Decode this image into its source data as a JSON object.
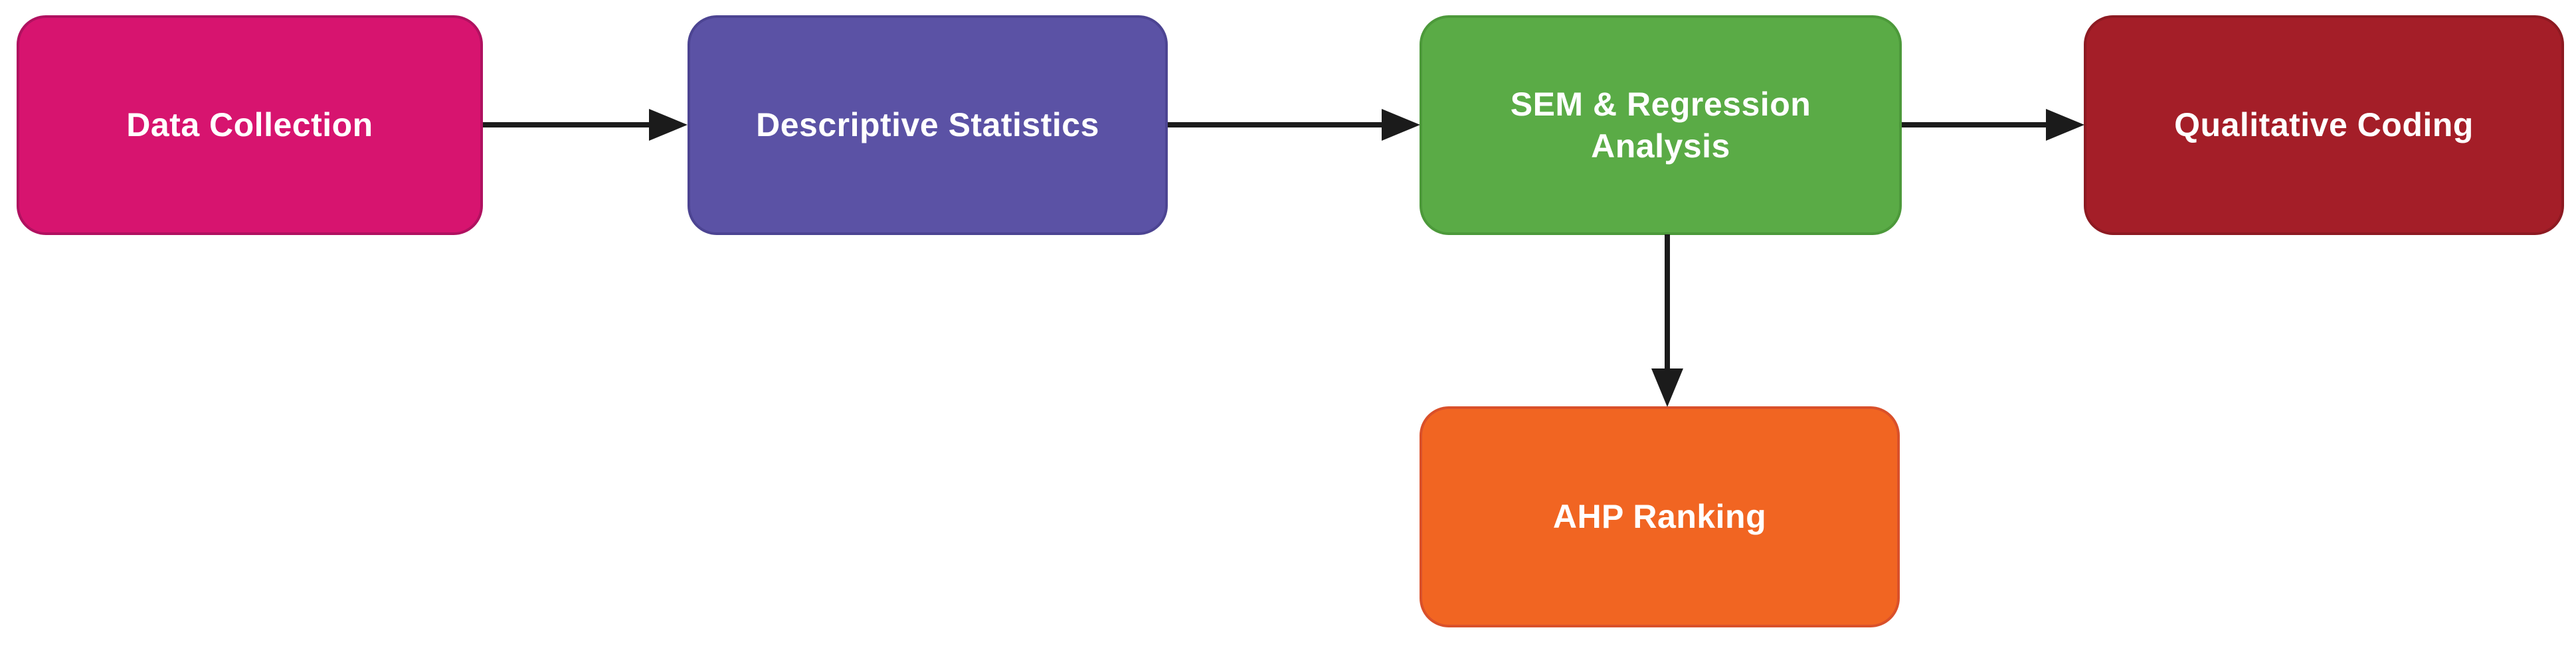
{
  "diagram": {
    "type": "flowchart",
    "background_color": "#ffffff",
    "arrow_color": "#1b1b1b",
    "text_color": "#ffffff",
    "nodes": [
      {
        "id": "data-collection",
        "label": "Data Collection",
        "fill": "#d7146f",
        "border_color": "#b01160"
      },
      {
        "id": "descriptive-statistics",
        "label": "Descriptive Statistics",
        "fill": "#5b52a5",
        "border_color": "#4c4492"
      },
      {
        "id": "sem-regression-analysis",
        "label": "SEM & Regression\nAnalysis",
        "fill": "#5aab46",
        "border_color": "#4c993a"
      },
      {
        "id": "qualitative-coding",
        "label": "Qualitative Coding",
        "fill": "#a41e28",
        "border_color": "#8d1a22"
      },
      {
        "id": "ahp-ranking",
        "label": "AHP Ranking",
        "fill": "#f16522",
        "border_color": "#d9502a"
      }
    ],
    "edges": [
      {
        "from": "data-collection",
        "to": "descriptive-statistics",
        "direction": "right"
      },
      {
        "from": "descriptive-statistics",
        "to": "sem-regression-analysis",
        "direction": "right"
      },
      {
        "from": "sem-regression-analysis",
        "to": "qualitative-coding",
        "direction": "right"
      },
      {
        "from": "sem-regression-analysis",
        "to": "ahp-ranking",
        "direction": "down"
      }
    ]
  }
}
